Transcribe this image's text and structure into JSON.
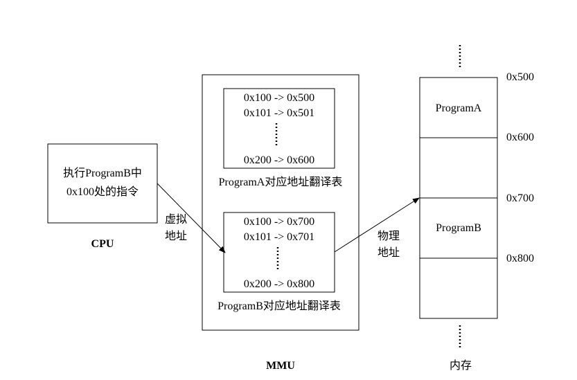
{
  "cpu": {
    "line1": "执行ProgramB中",
    "line2": "0x100处的指令",
    "label": "CPU"
  },
  "virtual_address": {
    "line1": "虚拟",
    "line2": "地址"
  },
  "physical_address": {
    "line1": "物理",
    "line2": "地址"
  },
  "mmu": {
    "label": "MMU",
    "table_a": {
      "rows": [
        "0x100 -> 0x500",
        "0x101 -> 0x501",
        "0x200 -> 0x600"
      ],
      "caption": "ProgramA对应地址翻译表"
    },
    "table_b": {
      "rows": [
        "0x100 -> 0x700",
        "0x101 -> 0x701",
        "0x200 -> 0x800"
      ],
      "caption": "ProgramB对应地址翻译表"
    }
  },
  "memory": {
    "label": "内存",
    "segments": [
      "ProgramA",
      "",
      "ProgramB",
      ""
    ],
    "addresses": [
      "0x500",
      "0x600",
      "0x700",
      "0x800"
    ]
  }
}
